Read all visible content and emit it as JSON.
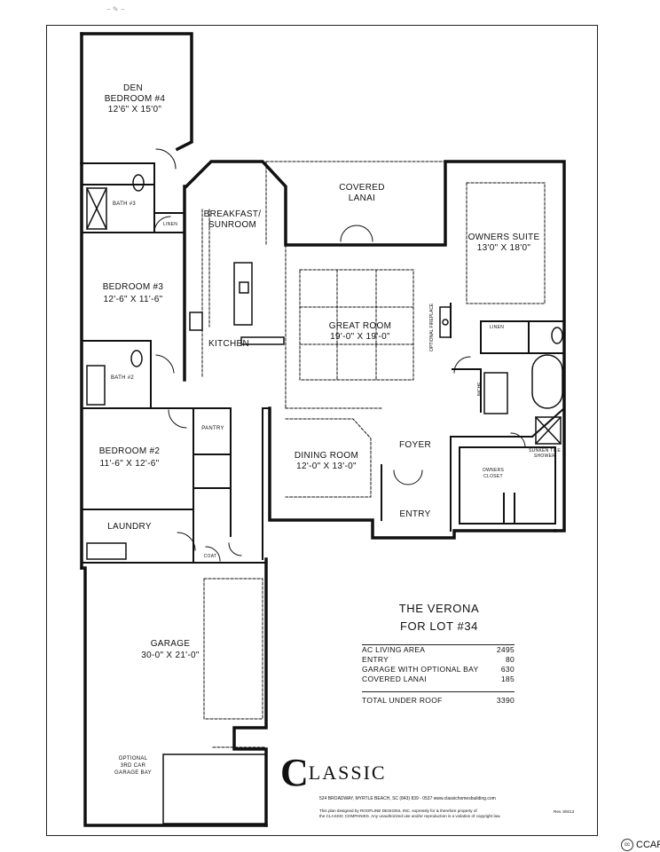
{
  "plan": {
    "name": "THE VERONA",
    "lot": "FOR LOT #34"
  },
  "rooms": {
    "den_name": "DEN",
    "den_sub": "BEDROOM #4",
    "den_dim": "12'6\" X 15'0\"",
    "bath3": "BATH #3",
    "linen1": "LINEN",
    "bed3": "BEDROOM #3",
    "bed3_dim": "12'-6\" X 11'-6\"",
    "bath2": "BATH #2",
    "bed2": "BEDROOM #2",
    "bed2_dim": "11'-6\" X 12'-6\"",
    "laundry": "LAUNDRY",
    "coat": "COAT",
    "pantry": "PANTRY",
    "breakfast": "BREAKFAST/",
    "sunroom": "SUNROOM",
    "kitchen": "KITCHEN",
    "lanai": "COVERED",
    "lanai2": "LANAI",
    "great_room": "GREAT ROOM",
    "great_room_dim": "19'-0\" X 19'-0\"",
    "fireplace": "OPTIONAL FIREPLACE",
    "dining": "DINING ROOM",
    "dining_dim": "12'-0\" X 13'-0\"",
    "foyer": "FOYER",
    "entry": "ENTRY",
    "owners_suite": "OWNERS SUITE",
    "owners_suite_dim": "13'0\" X 18'0\"",
    "linen2": "LINEN",
    "niche": "NICHE",
    "sunken": "SUNKEN TILE",
    "shower": "SHOWER",
    "owners_closet1": "OWNERS",
    "owners_closet2": "CLOSET",
    "garage": "GARAGE",
    "garage_dim": "30-0\" X 21'-0\"",
    "opt_bay1": "OPTIONAL",
    "opt_bay2": "3RD CAR",
    "opt_bay3": "GARAGE BAY"
  },
  "areas": [
    {
      "label": "AC LIVING AREA",
      "value": "2495"
    },
    {
      "label": "ENTRY",
      "value": "80"
    },
    {
      "label": "GARAGE WITH OPTIONAL BAY",
      "value": "630"
    },
    {
      "label": "COVERED LANAI",
      "value": "185"
    }
  ],
  "total": {
    "label": "TOTAL UNDER ROOF",
    "value": "3390"
  },
  "logo": {
    "mark": "C",
    "word": "LASSIC"
  },
  "address": "524 BROADWAY, MYRTLE BEACH, SC   (843) 839 - 0537   www.classichomesbuilding.com",
  "copyright1": "This plan designed by ROOFLINE DESIGNS, INC. expressly for & therefore property of",
  "copyright2": "the CLASSIC COMPANIES. Any unauthorized use and/or reproduction is a violation of copyright law.",
  "revision": "Rev. 8/6/13",
  "license": "CCAR",
  "license_badge": "cc",
  "corner_mark": "− ✎ −"
}
